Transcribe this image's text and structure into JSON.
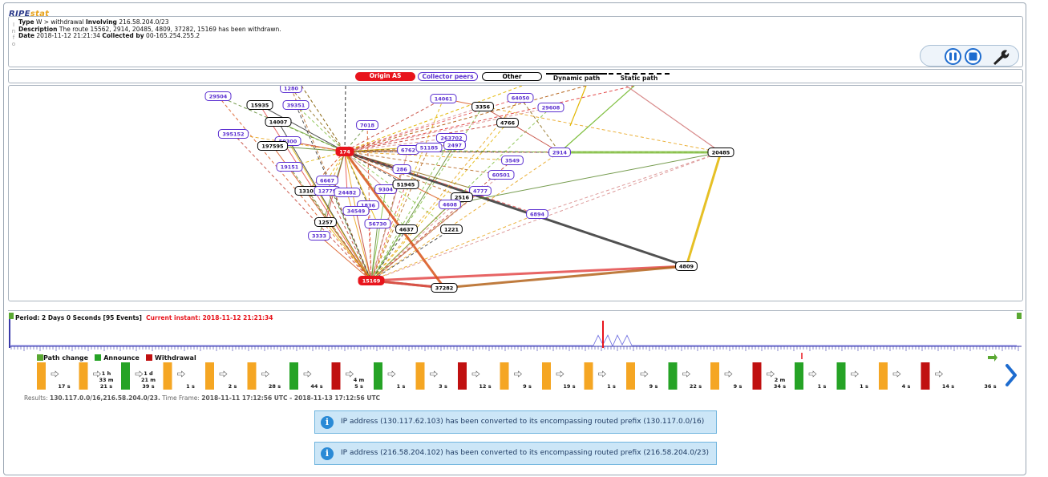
{
  "logo": {
    "part1": "RIPE",
    "part2": "stat"
  },
  "info": {
    "side_letters": [
      "I",
      "n",
      "f",
      "o"
    ],
    "type_label": "Type",
    "type_value": "W > withdrawal",
    "involving_label": "Involving",
    "involving_value": "216.58.204.0/23",
    "description_label": "Description",
    "description_value": "The route 15562, 2914, 20485, 4809, 37282, 15169 has been withdrawn.",
    "date_label": "Date",
    "date_value": "2018-11-12 21:21:34",
    "collected_label": "Collected by",
    "collected_value": "00-165.254.255.2"
  },
  "controls": {
    "pause_icon": "pause-icon",
    "stop_icon": "stop-icon",
    "settings_icon": "wrench-icon"
  },
  "legend": {
    "origin": "Origin AS",
    "collector": "Collector peers",
    "other": "Other",
    "dynamic": "Dynamic path",
    "static": "Static path",
    "colors": {
      "origin": "#e8141c",
      "collector": "#5a2ed0",
      "other": "#000000"
    }
  },
  "graph": {
    "nodes": [
      {
        "id": "29504",
        "type": "collector"
      },
      {
        "id": "15935",
        "type": "other"
      },
      {
        "id": "39351",
        "type": "collector"
      },
      {
        "id": "1280",
        "type": "collector"
      },
      {
        "id": "14007",
        "type": "other"
      },
      {
        "id": "395152",
        "type": "collector"
      },
      {
        "id": "50300",
        "type": "collector"
      },
      {
        "id": "197595",
        "type": "other"
      },
      {
        "id": "7018",
        "type": "collector"
      },
      {
        "id": "174",
        "type": "origin"
      },
      {
        "id": "19151",
        "type": "collector"
      },
      {
        "id": "6667",
        "type": "collector"
      },
      {
        "id": "13101",
        "type": "other"
      },
      {
        "id": "12779",
        "type": "collector"
      },
      {
        "id": "24482",
        "type": "collector"
      },
      {
        "id": "9304",
        "type": "collector"
      },
      {
        "id": "286",
        "type": "collector"
      },
      {
        "id": "51945",
        "type": "other"
      },
      {
        "id": "1836",
        "type": "collector"
      },
      {
        "id": "34549",
        "type": "collector"
      },
      {
        "id": "56730",
        "type": "collector"
      },
      {
        "id": "1257",
        "type": "other"
      },
      {
        "id": "3333",
        "type": "collector"
      },
      {
        "id": "4637",
        "type": "other"
      },
      {
        "id": "15169",
        "type": "origin"
      },
      {
        "id": "37282",
        "type": "other"
      },
      {
        "id": "14061",
        "type": "collector"
      },
      {
        "id": "3356",
        "type": "other"
      },
      {
        "id": "64050",
        "type": "collector"
      },
      {
        "id": "29608",
        "type": "collector"
      },
      {
        "id": "4766",
        "type": "other"
      },
      {
        "id": "6762",
        "type": "collector"
      },
      {
        "id": "51185",
        "type": "collector"
      },
      {
        "id": "263702",
        "type": "collector"
      },
      {
        "id": "2497",
        "type": "collector"
      },
      {
        "id": "2914",
        "type": "collector"
      },
      {
        "id": "3549",
        "type": "collector"
      },
      {
        "id": "60501",
        "type": "collector"
      },
      {
        "id": "4777",
        "type": "collector"
      },
      {
        "id": "2516",
        "type": "other"
      },
      {
        "id": "4608",
        "type": "collector"
      },
      {
        "id": "1221",
        "type": "other"
      },
      {
        "id": "6894",
        "type": "collector"
      },
      {
        "id": "20485",
        "type": "other"
      },
      {
        "id": "4809",
        "type": "other"
      }
    ]
  },
  "timeline": {
    "period": "Period: 2 Days 0 Seconds [95 Events]",
    "current": "Current instant: 2018-11-12 21:21:34",
    "key_path": "Path change",
    "key_announce": "Announce",
    "key_withdrawal": "Withdrawal",
    "events": [
      {
        "type": "path"
      },
      {
        "type": "path"
      },
      {
        "type": "announce"
      },
      {
        "type": "path"
      },
      {
        "type": "path"
      },
      {
        "type": "path"
      },
      {
        "type": "announce"
      },
      {
        "type": "withdrawal"
      },
      {
        "type": "announce"
      },
      {
        "type": "path"
      },
      {
        "type": "withdrawal"
      },
      {
        "type": "path"
      },
      {
        "type": "path"
      },
      {
        "type": "path"
      },
      {
        "type": "path"
      },
      {
        "type": "announce"
      },
      {
        "type": "path"
      },
      {
        "type": "withdrawal"
      },
      {
        "type": "announce"
      },
      {
        "type": "announce"
      },
      {
        "type": "path"
      },
      {
        "type": "withdrawal"
      }
    ],
    "gaps": [
      "17 s",
      "1 h 33 m 21 s",
      "1 d 21 m 39 s",
      "1 s",
      "2 s",
      "28 s",
      "44 s",
      "4 m 5 s",
      "1 s",
      "3 s",
      "12 s",
      "9 s",
      "19 s",
      "1 s",
      "9 s",
      "22 s",
      "9 s",
      "2 m 34 s",
      "1 s",
      "1 s",
      "4 s",
      "14 s",
      "36 s"
    ]
  },
  "results": {
    "prefix": "Results:",
    "value": "130.117.0.0/16,216.58.204.0/23.",
    "tf_label": "Time Frame:",
    "tf_value": "2018-11-11 17:12:56 UTC - 2018-11-13 17:12:56 UTC"
  },
  "notices": [
    {
      "text": "IP address (130.117.62.103) has been converted to its encompassing routed prefix (130.117.0.0/16)"
    },
    {
      "text": "IP address (216.58.204.102) has been converted to its encompassing routed prefix (216.58.204.0/23)"
    }
  ]
}
